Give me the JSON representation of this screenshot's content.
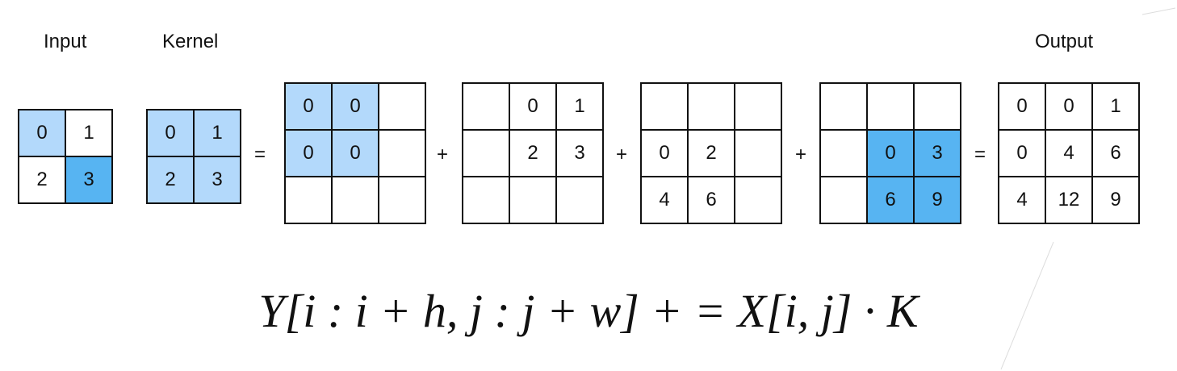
{
  "labels": {
    "input": "Input",
    "kernel": "Kernel",
    "output": "Output"
  },
  "colors": {
    "highlight_light": "#b3d9fb",
    "highlight_dark": "#57b4f2",
    "border": "#111111"
  },
  "grids": [
    {
      "name": "input-grid",
      "rows": 2,
      "cols": 2,
      "cells": [
        [
          "0",
          "1"
        ],
        [
          "2",
          "3"
        ]
      ],
      "shade": [
        [
          "light",
          "none"
        ],
        [
          "none",
          "dark"
        ]
      ]
    },
    {
      "name": "kernel-grid",
      "rows": 2,
      "cols": 2,
      "cells": [
        [
          "0",
          "1"
        ],
        [
          "2",
          "3"
        ]
      ],
      "shade": [
        [
          "light",
          "light"
        ],
        [
          "light",
          "light"
        ]
      ]
    },
    {
      "name": "partial-1-grid",
      "rows": 3,
      "cols": 3,
      "cells": [
        [
          "0",
          "0",
          ""
        ],
        [
          "0",
          "0",
          ""
        ],
        [
          "",
          "",
          ""
        ]
      ],
      "shade": [
        [
          "light",
          "light",
          "none"
        ],
        [
          "light",
          "light",
          "none"
        ],
        [
          "none",
          "none",
          "none"
        ]
      ]
    },
    {
      "name": "partial-2-grid",
      "rows": 3,
      "cols": 3,
      "cells": [
        [
          "",
          "0",
          "1"
        ],
        [
          "",
          "2",
          "3"
        ],
        [
          "",
          "",
          ""
        ]
      ],
      "shade": [
        [
          "none",
          "none",
          "none"
        ],
        [
          "none",
          "none",
          "none"
        ],
        [
          "none",
          "none",
          "none"
        ]
      ]
    },
    {
      "name": "partial-3-grid",
      "rows": 3,
      "cols": 3,
      "cells": [
        [
          "",
          "",
          ""
        ],
        [
          "0",
          "2",
          ""
        ],
        [
          "4",
          "6",
          ""
        ]
      ],
      "shade": [
        [
          "none",
          "none",
          "none"
        ],
        [
          "none",
          "none",
          "none"
        ],
        [
          "none",
          "none",
          "none"
        ]
      ]
    },
    {
      "name": "partial-4-grid",
      "rows": 3,
      "cols": 3,
      "cells": [
        [
          "",
          "",
          ""
        ],
        [
          "",
          "0",
          "3"
        ],
        [
          "",
          "6",
          "9"
        ]
      ],
      "shade": [
        [
          "none",
          "none",
          "none"
        ],
        [
          "none",
          "dark",
          "dark"
        ],
        [
          "none",
          "dark",
          "dark"
        ]
      ]
    },
    {
      "name": "output-grid",
      "rows": 3,
      "cols": 3,
      "cells": [
        [
          "0",
          "0",
          "1"
        ],
        [
          "0",
          "4",
          "6"
        ],
        [
          "4",
          "12",
          "9"
        ]
      ],
      "shade": [
        [
          "none",
          "none",
          "none"
        ],
        [
          "none",
          "none",
          "none"
        ],
        [
          "none",
          "none",
          "none"
        ]
      ]
    }
  ],
  "operators": [
    "=",
    "+",
    "+",
    "+",
    "="
  ],
  "formula": "Y[i : i + h, j : j + w] + = X[i, j] · K"
}
